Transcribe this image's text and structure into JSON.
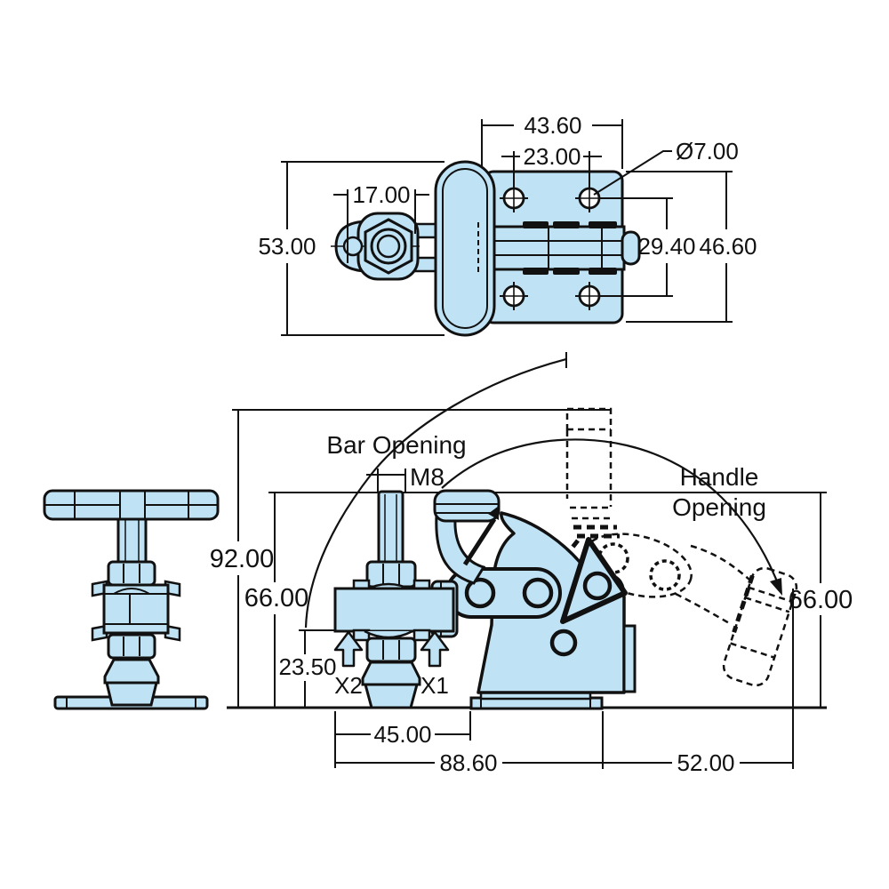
{
  "drawing": {
    "type": "technical-drawing",
    "subject": "hold-down toggle clamp, three orthographic views with dimensions",
    "colors": {
      "part_fill": "#bfe2f4",
      "line": "#111111",
      "background": "#ffffff"
    },
    "top_view": {
      "dims": {
        "plate_width": "43.60",
        "hole_spacing_horizontal": "23.00",
        "hole_diameter": "Ø7.00",
        "spindle_width": "17.00",
        "overall_height": "53.00",
        "hole_spacing_vertical": "29.40",
        "plate_height": "46.60"
      }
    },
    "side_view": {
      "labels": {
        "bar_opening": "Bar Opening",
        "thread_size": "M8",
        "handle_opening_line1": "Handle",
        "handle_opening_line2": "Opening",
        "force_point_2": "X2",
        "force_point_1": "X1"
      },
      "dims": {
        "overall_height": "92.00",
        "bar_height_closed": "66.00",
        "handle_height": "66.00",
        "base_to_bar": "23.50",
        "bar_length": "45.00",
        "base_length": "88.60",
        "handle_swing_extent": "52.00"
      }
    }
  }
}
